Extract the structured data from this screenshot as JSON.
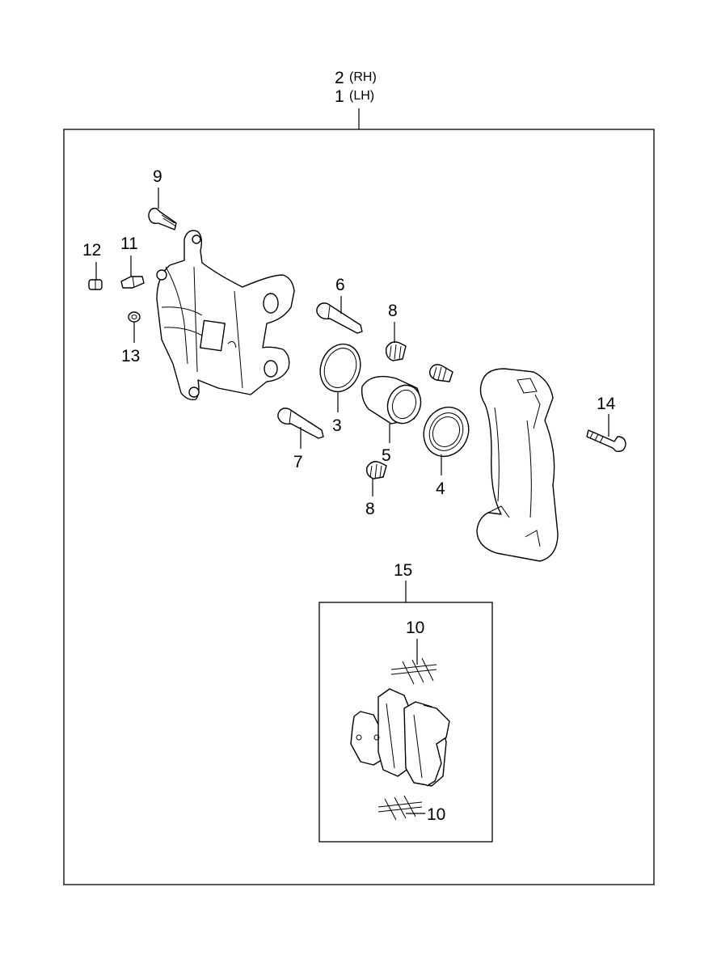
{
  "assembly": {
    "rh_number": "2",
    "rh_side": "(RH)",
    "lh_number": "1",
    "lh_side": "(LH)"
  },
  "callouts": {
    "c3": "3",
    "c4": "4",
    "c5": "5",
    "c6": "6",
    "c7": "7",
    "c8a": "8",
    "c8b": "8",
    "c9": "9",
    "c10a": "10",
    "c10b": "10",
    "c11": "11",
    "c12": "12",
    "c13": "13",
    "c14": "14",
    "c15": "15"
  }
}
